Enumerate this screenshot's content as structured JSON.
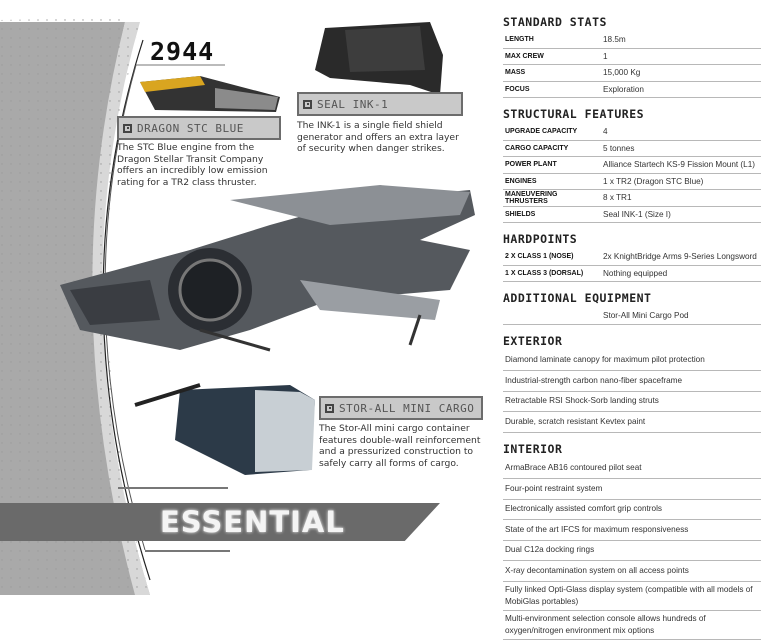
{
  "year": "2944",
  "banner": "ESSENTIAL",
  "components": [
    {
      "name": "DRAGON STC BLUE",
      "description": "The STC Blue engine from the Dragon Stellar Transit Company offers an incredibly low emission rating for a TR2 class thruster."
    },
    {
      "name": "SEAL INK-1",
      "description": "The INK-1 is a single field shield generator and offers an extra layer of security when danger strikes."
    },
    {
      "name": "STOR-ALL MINI CARGO",
      "description": "The Stor-All mini cargo container features double-wall reinforcement and a pressurized construction to safely carry all forms of cargo."
    }
  ],
  "standard_stats": {
    "title": "Standard Stats",
    "rows": [
      {
        "k": "Length",
        "v": "18.5m"
      },
      {
        "k": "Max Crew",
        "v": "1"
      },
      {
        "k": "Mass",
        "v": "15,000 Kg"
      },
      {
        "k": "Focus",
        "v": "Exploration"
      }
    ]
  },
  "structural": {
    "title": "Structural Features",
    "rows": [
      {
        "k": "Upgrade Capacity",
        "v": "4"
      },
      {
        "k": "Cargo Capacity",
        "v": "5 tonnes"
      },
      {
        "k": "Power Plant",
        "v": "Alliance Startech KS-9 Fission Mount (L1)"
      },
      {
        "k": "Engines",
        "v": "1 x TR2 (Dragon STC Blue)"
      },
      {
        "k": "Maneuvering Thrusters",
        "v": "8 x TR1"
      },
      {
        "k": "Shields",
        "v": "Seal INK-1 (Size I)"
      }
    ]
  },
  "hardpoints": {
    "title": "Hardpoints",
    "rows": [
      {
        "k": "2 x Class 1 (Nose)",
        "v": "2x KnightBridge Arms 9-Series Longsword"
      },
      {
        "k": "1 x Class 3 (Dorsal)",
        "v": "Nothing equipped"
      }
    ]
  },
  "additional": {
    "title": "Additional Equipment",
    "rows": [
      {
        "k": "",
        "v": "Stor-All Mini Cargo Pod"
      }
    ]
  },
  "exterior": {
    "title": "Exterior",
    "items": [
      "Diamond laminate canopy for maximum pilot protection",
      "Industrial-strength carbon nano-fiber spaceframe",
      "Retractable RSI Shock-Sorb landing struts",
      "Durable, scratch resistant Kevtex paint"
    ]
  },
  "interior": {
    "title": "Interior",
    "items": [
      "ArmaBrace AB16 contoured pilot seat",
      "Four-point restraint system",
      "Electronically assisted comfort grip controls",
      "State of the art IFCS for maximum responsiveness",
      "Dual C12a docking rings",
      "X-ray decontamination system on all access points",
      "Fully linked Opti-Glass display system (compatible with all models of MobiGlas portables)",
      "Multi-environment selection console allows hundreds of oxygen/nitrogen environment mix options"
    ]
  }
}
